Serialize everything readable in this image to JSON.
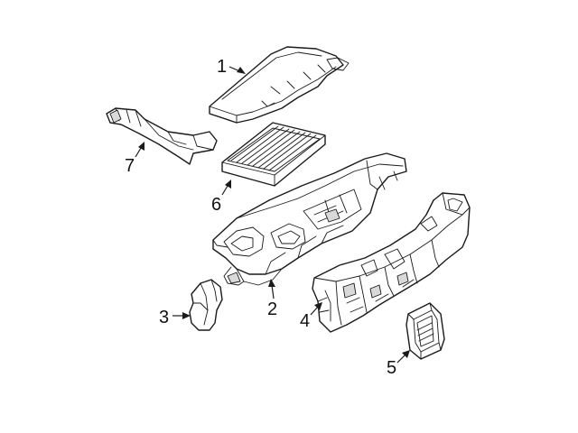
{
  "diagram": {
    "callouts": [
      {
        "id": "1",
        "label": "1"
      },
      {
        "id": "2",
        "label": "2"
      },
      {
        "id": "3",
        "label": "3"
      },
      {
        "id": "4",
        "label": "4"
      },
      {
        "id": "5",
        "label": "5"
      },
      {
        "id": "6",
        "label": "6"
      },
      {
        "id": "7",
        "label": "7"
      }
    ],
    "colors": {
      "stroke": "#1a1a1a",
      "background": "#ffffff",
      "shade": "#d9d9d9"
    }
  }
}
